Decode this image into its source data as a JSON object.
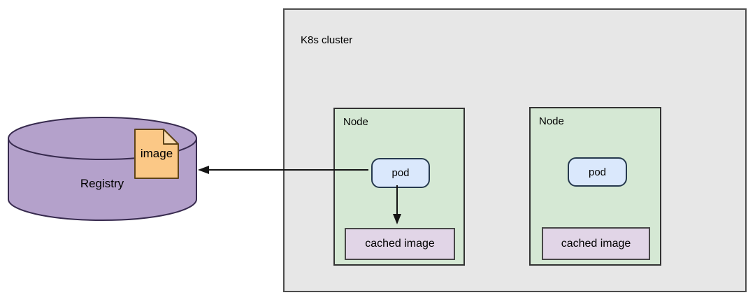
{
  "cluster": {
    "label": "K8s cluster"
  },
  "registry": {
    "label": "Registry",
    "document_label": "image"
  },
  "nodes": [
    {
      "label": "Node",
      "pod": "pod",
      "cached_image": "cached image"
    },
    {
      "label": "Node",
      "pod": "pod",
      "cached_image": "cached image"
    }
  ],
  "colors": {
    "cluster_fill": "#e7e7e7",
    "cluster_border": "#4d4d4d",
    "node_fill": "#d5e8d4",
    "node_border": "#333333",
    "pod_fill": "#dae8fc",
    "pod_border": "#26394e",
    "cached_fill": "#e1d5e7",
    "cached_border": "#474747",
    "registry_fill": "#b4a1cb",
    "registry_border": "#372a4e",
    "image_fill": "#fbc886",
    "image_fold_fill": "#fcdcae",
    "image_border": "#5e4419",
    "arrow_color": "#141414"
  }
}
